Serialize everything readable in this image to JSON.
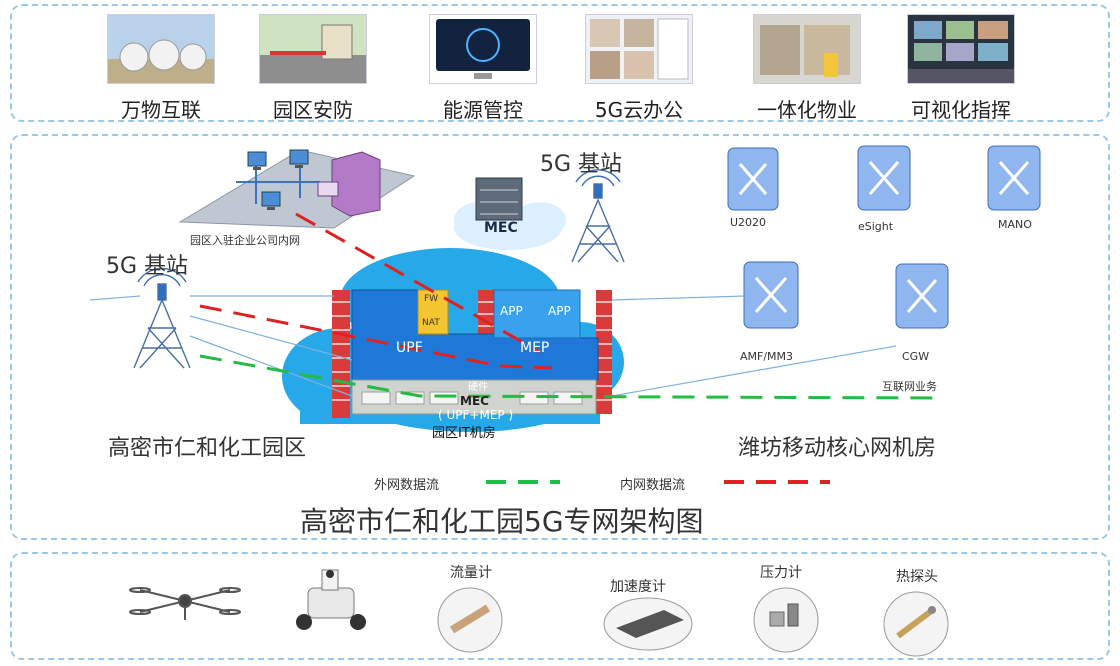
{
  "top_apps": [
    {
      "label": "万物互联",
      "icon": "tanks-photo"
    },
    {
      "label": "园区安防",
      "icon": "gate-photo"
    },
    {
      "label": "能源管控",
      "icon": "monitor-photo"
    },
    {
      "label": "5G云办公",
      "icon": "video-meeting-photo"
    },
    {
      "label": "一体化物业",
      "icon": "warehouse-photo"
    },
    {
      "label": "可视化指挥",
      "icon": "control-room-photo"
    }
  ],
  "middle": {
    "campus_lan": "园区入驻企业公司内网",
    "station_top": "5G 基站",
    "station_left": "5G 基站",
    "mec_cloud": "MEC",
    "fw": "FW",
    "nat": "NAT",
    "app1": "APP",
    "app2": "APP",
    "upf": "UPF",
    "mep": "MEP",
    "hw": "硬件",
    "mec_box": "MEC",
    "upf_mep": "( UPF+MEP )",
    "it_room": "园区IT机房",
    "campus_name": "高密市仁和化工园区",
    "core_room": "潍坊移动核心网机房",
    "u2020": "U2020",
    "esight": "eSight",
    "mano": "MANO",
    "amf": "AMF/MM3",
    "cgw": "CGW",
    "internet": "互联网业务",
    "legend_ext": "外网数据流",
    "legend_int": "内网数据流",
    "title": "高密市仁和化工园5G专网架构图"
  },
  "bottom": {
    "flow": "流量计",
    "accel": "加速度计",
    "pressure": "压力计",
    "thermal": "热探头"
  },
  "colors": {
    "panel_border": "#9cc8e8",
    "cloud": "#27a8e8",
    "ext_flow": "#22bb44",
    "int_flow": "#dd2222",
    "firewall": "#d93b3b"
  }
}
